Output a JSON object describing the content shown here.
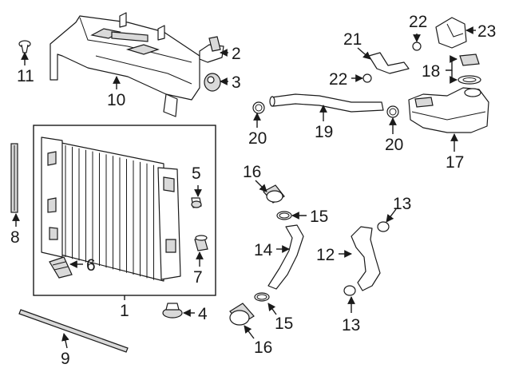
{
  "callouts": {
    "1": "1",
    "2": "2",
    "3": "3",
    "4": "4",
    "5": "5",
    "6": "6",
    "7": "7",
    "8": "8",
    "9": "9",
    "10": "10",
    "11": "11",
    "12": "12",
    "13a": "13",
    "13b": "13",
    "14": "14",
    "15a": "15",
    "15b": "15",
    "16a": "16",
    "16b": "16",
    "17": "17",
    "18": "18",
    "19": "19",
    "20a": "20",
    "20b": "20",
    "21": "21",
    "22a": "22",
    "22b": "22",
    "23": "23"
  },
  "colors": {
    "line": "#1a1a1a",
    "shade": "#d9d9d9",
    "background": "#ffffff"
  }
}
